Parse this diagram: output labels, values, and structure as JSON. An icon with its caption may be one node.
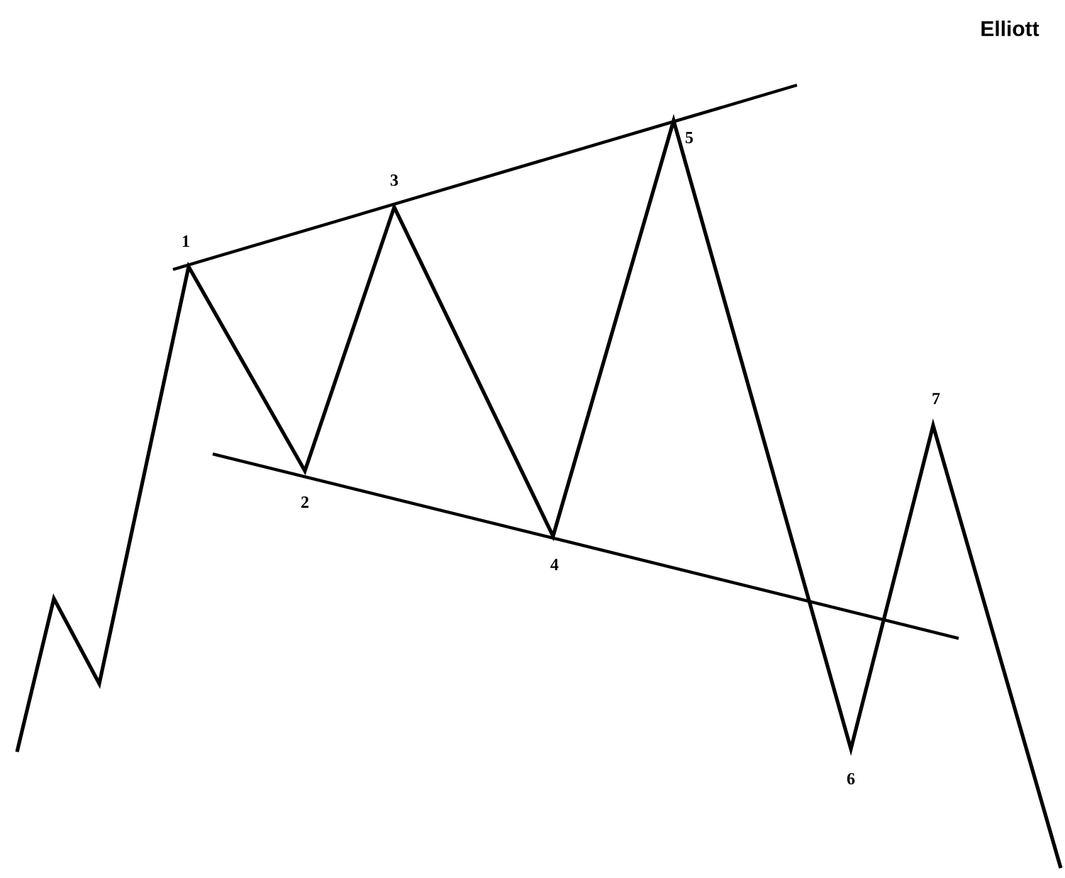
{
  "diagram": {
    "labels": [
      "Elliott",
      "5",
      "3",
      "1",
      "7",
      "2",
      "4",
      "6"
    ]
  }
}
